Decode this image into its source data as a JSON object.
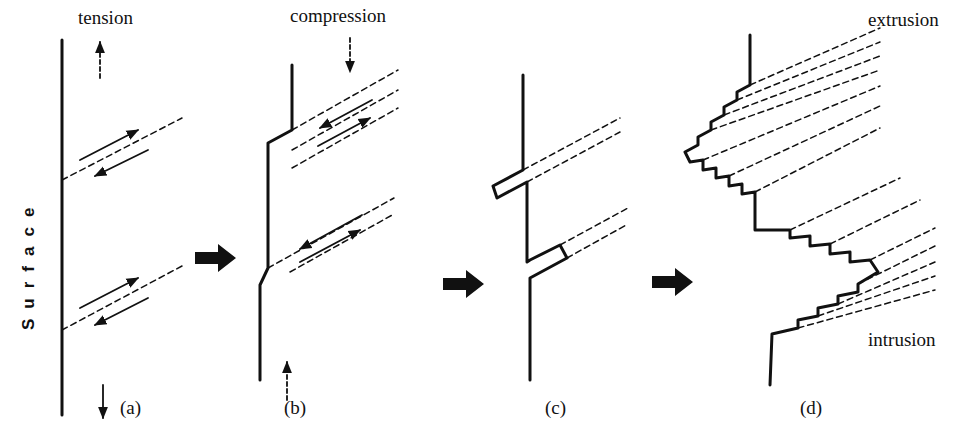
{
  "diagram": {
    "labels": [
      "tension",
      "compression",
      "Surface",
      "(a)",
      "(b)",
      "(c)",
      "(d)",
      "extrusion",
      "intrusion"
    ]
  }
}
